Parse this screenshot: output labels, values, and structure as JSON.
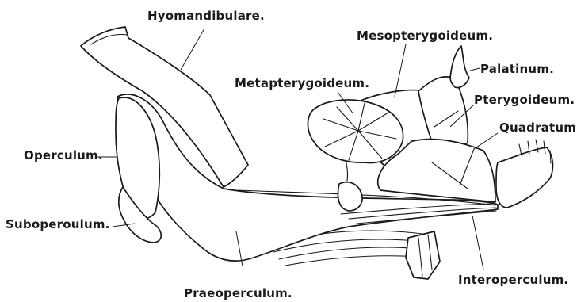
{
  "labels": {
    "hyomandibulare": "Hyomandibulare.",
    "mesopterygoideum": "Mesopterygoideum.",
    "palatinum": "Palatinum.",
    "metapterygoideum": "Metapterygoideum.",
    "pterygoideum": "Pterygoideum.",
    "quadratum": "Quadratum.",
    "operculum": "Operculum.",
    "suboperculum": "Suboperoulum.",
    "praeoperculum": "Praeoperculum.",
    "interoperculum": "Interoperculum."
  }
}
